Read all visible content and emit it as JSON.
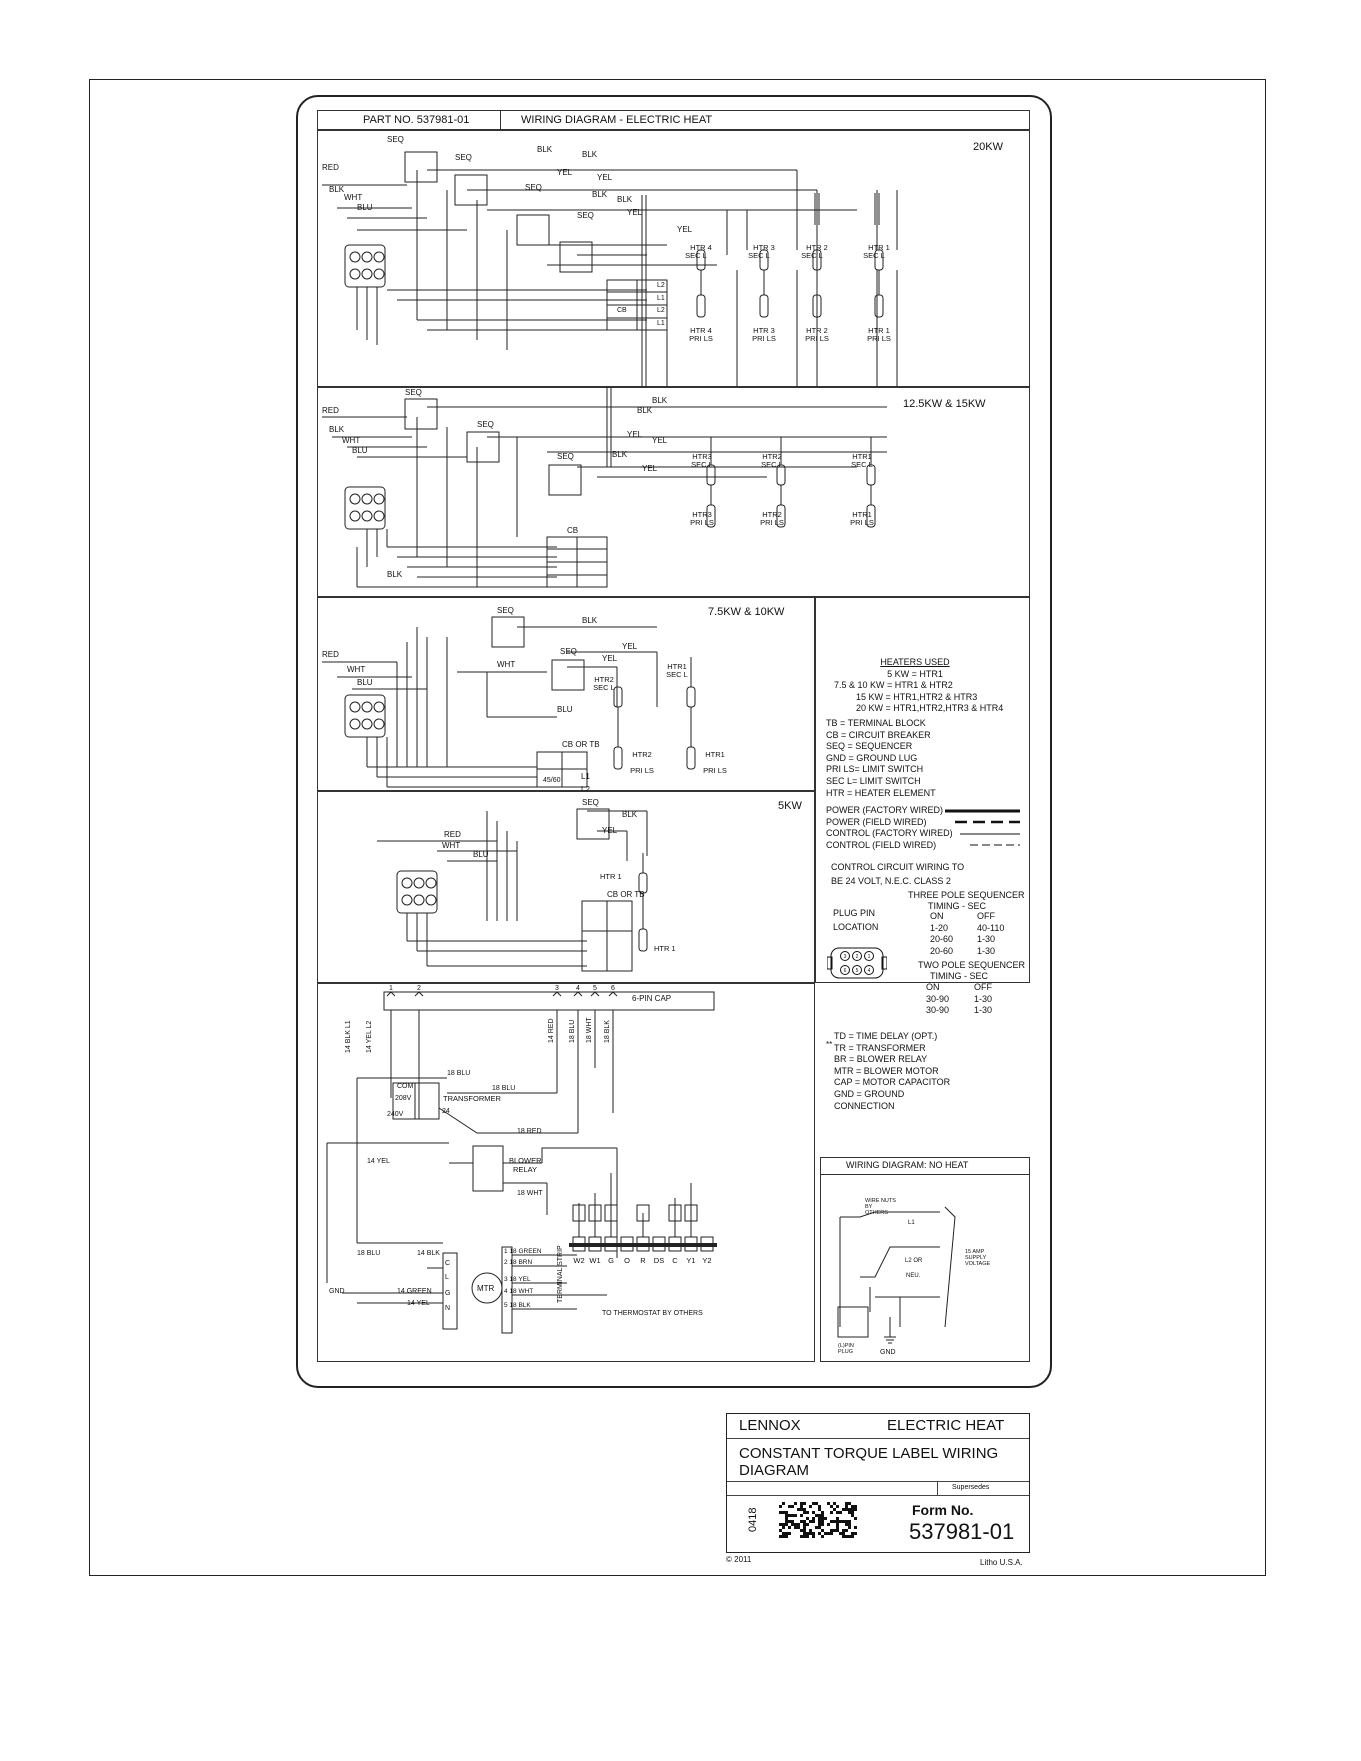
{
  "header": {
    "part_no": "PART NO. 537981-01",
    "title": "WIRING DIAGRAM - ELECTRIC HEAT"
  },
  "panels": {
    "kw20": {
      "title": "20KW",
      "heaters_sec": [
        "HTR 4\nSEC L",
        "HTR 3\nSEC L",
        "HTR 2\nSEC L",
        "HTR 1\nSEC L"
      ],
      "heaters_pri": [
        "HTR 4\nPRI LS",
        "HTR 3\nPRI LS",
        "HTR 2\nPRI LS",
        "HTR 1\nPRI LS"
      ]
    },
    "kw15": {
      "title": "12.5KW & 15KW",
      "heaters_sec": [
        "HTR3\nSEC L",
        "HTR2\nSEC L",
        "HTR1\nSEC L"
      ],
      "heaters_pri": [
        "HTR3\nPRI LS",
        "HTR2\nPRI LS",
        "HTR1\nPRI LS"
      ]
    },
    "kw10": {
      "title": "7.5KW & 10KW",
      "cb_label": "CB OR TB",
      "cb_rating": "45/60",
      "heaters_sec": [
        "HTR2\nSEC L",
        "HTR1\nSEC L"
      ],
      "heaters_pri": [
        "HTR2\nPRI LS",
        "HTR1\nPRI LS"
      ]
    },
    "kw5": {
      "title": "5KW",
      "cb_label": "CB OR TB",
      "htr_sec": "HTR 1",
      "htr": "HTR 1"
    },
    "blower": {
      "cap_label": "6-PIN CAP",
      "cap_pins": [
        "1",
        "2",
        "3",
        "4",
        "5",
        "6"
      ],
      "wires": [
        "14 BLK L1",
        "14 YEL L2",
        "14 RED",
        "18 BLU",
        "18 WHT",
        "18 BLK"
      ],
      "transformer": "TRANSFORMER",
      "voltages": [
        "COM",
        "208V",
        "240V",
        "24"
      ],
      "relay": "BLOWER\nRELAY",
      "motor": "MTR",
      "terminal_strip": "TERMINAL STRIP",
      "terminals": [
        "W2",
        "W1",
        "G",
        "O",
        "R",
        "DS",
        "C",
        "Y1",
        "Y2"
      ],
      "thermostat_note": "TO THERMOSTAT BY OTHERS",
      "motor_taps": [
        "1  18 GREEN",
        "2  18 BRN",
        "3  18 YEL",
        "4  18 WHT",
        "5  18 BLK"
      ]
    },
    "noheat": {
      "title": "WIRING DIAGRAM: NO HEAT",
      "wire_nuts": "WIRE NUTS\nBY\nOTHERS",
      "supply": "15 AMP\nSUPPLY\nVOLTAGE",
      "plug": "(L)PIN\nPLUG",
      "gnd": "GND"
    }
  },
  "legend": {
    "heaters_used_title": "HEATERS USED",
    "heaters_used": [
      "5 KW = HTR1",
      "7.5 & 10 KW = HTR1 & HTR2",
      "15 KW = HTR1,HTR2 & HTR3",
      "20 KW = HTR1,HTR2,HTR3 & HTR4"
    ],
    "abbrev": [
      "TB = TERMINAL BLOCK",
      "CB = CIRCUIT BREAKER",
      "SEQ = SEQUENCER",
      "GND = GROUND LUG",
      "PRI LS= LIMIT SWITCH",
      "SEC L= LIMIT SWITCH",
      "HTR = HEATER ELEMENT"
    ],
    "line_key": [
      "POWER (FACTORY WIRED)",
      "POWER (FIELD WIRED)",
      "CONTROL (FACTORY WIRED)",
      "CONTROL (FIELD WIRED)"
    ],
    "control_note": [
      "CONTROL CIRCUIT WIRING TO",
      "BE 24 VOLT, N.E.C. CLASS 2"
    ],
    "three_pole_title": "THREE POLE SEQUENCER",
    "timing": "TIMING - SEC",
    "plug_pin": [
      "PLUG PIN",
      "LOCATION"
    ],
    "three_pole_rows": [
      [
        "ON",
        "OFF"
      ],
      [
        "1-20",
        "40-110"
      ],
      [
        "20-60",
        "1-30"
      ],
      [
        "20-60",
        "1-30"
      ]
    ],
    "two_pole_title": "TWO POLE SEQUENCER",
    "two_pole_rows": [
      [
        "ON",
        "OFF"
      ],
      [
        "30-90",
        "1-30"
      ],
      [
        "30-90",
        "1-30"
      ]
    ],
    "blower_abbrev": [
      "TD = TIME DELAY (OPT.)",
      "TR = TRANSFORMER",
      "BR = BLOWER RELAY",
      "MTR = BLOWER MOTOR",
      "CAP = MOTOR CAPACITOR",
      "GND = GROUND",
      "CONNECTION"
    ],
    "asterisk": "**"
  },
  "title_block": {
    "brand": "LENNOX",
    "product": "ELECTRIC HEAT",
    "description": "CONSTANT TORQUE LABEL WIRING DIAGRAM",
    "supersedes": "Supersedes",
    "date_code": "0418",
    "form_label": "Form No.",
    "form_number": "537981-01",
    "copyright": "© 2011",
    "litho": "Litho U.S.A."
  }
}
